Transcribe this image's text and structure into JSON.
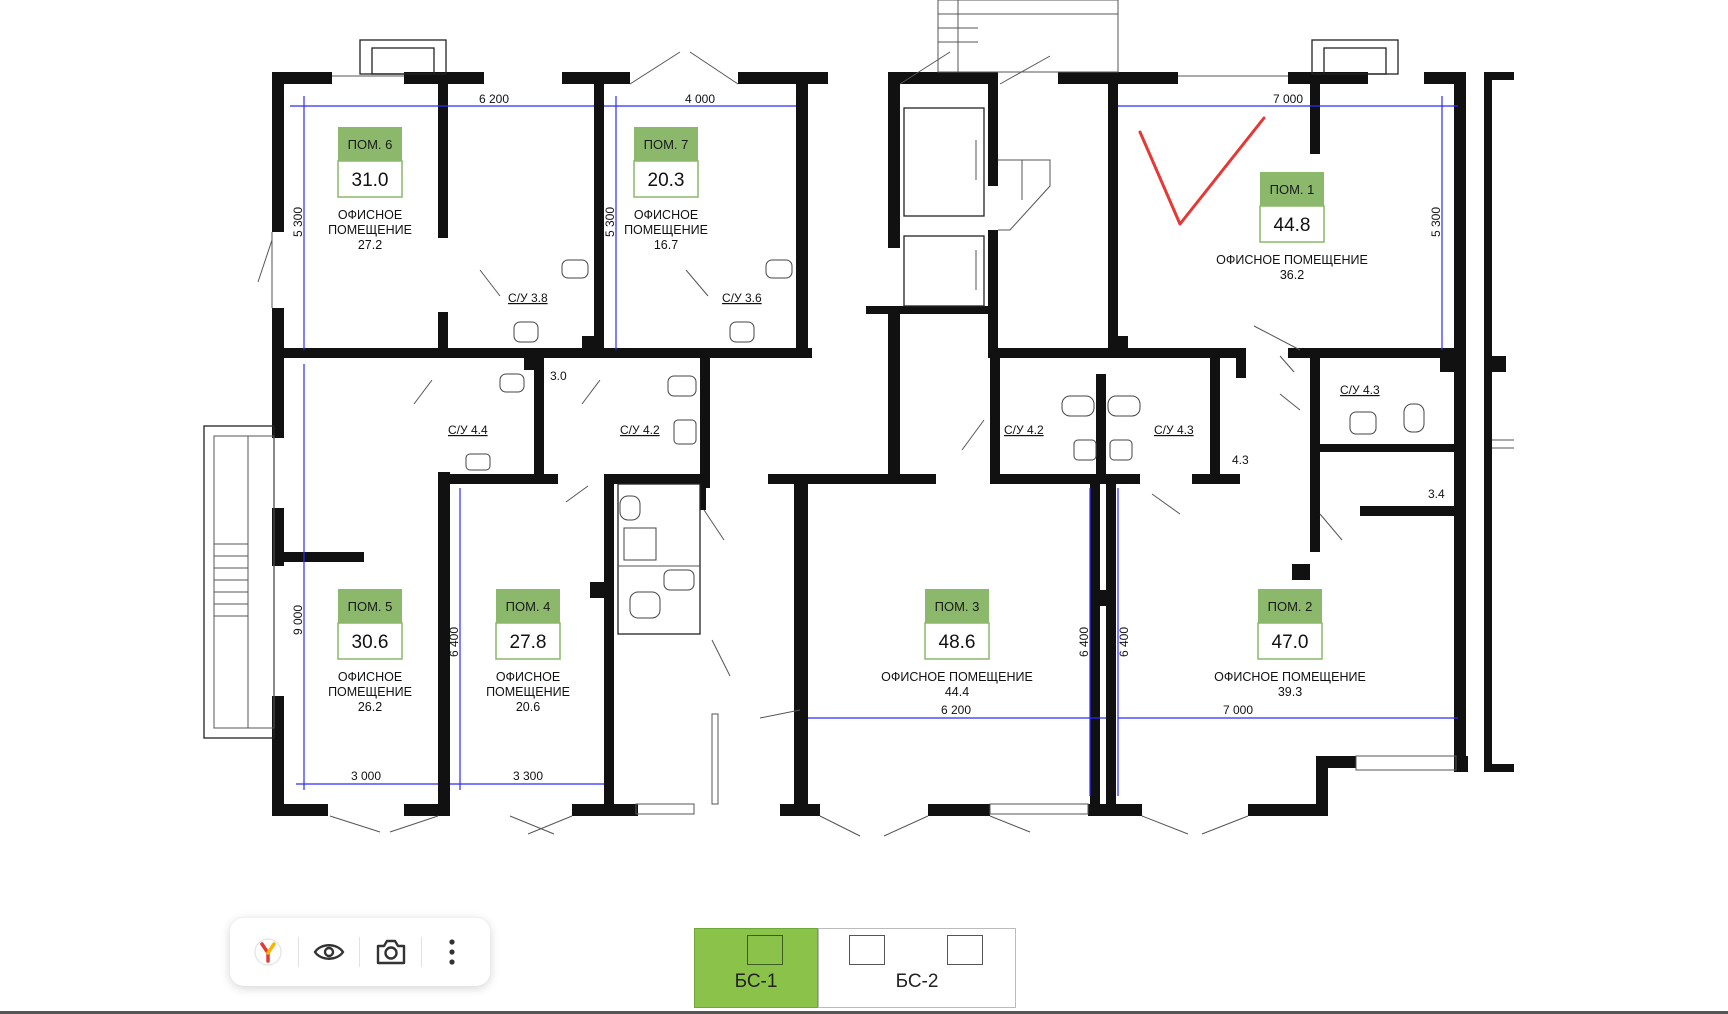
{
  "rooms": [
    {
      "id": "6",
      "badge": "ПОМ. 6",
      "area": "31.0",
      "line1": "ОФИСНОЕ",
      "line2": "ПОМЕЩЕНИЕ",
      "sub": "27.2"
    },
    {
      "id": "7",
      "badge": "ПОМ. 7",
      "area": "20.3",
      "line1": "ОФИСНОЕ",
      "line2": "ПОМЕЩЕНИЕ",
      "sub": "16.7"
    },
    {
      "id": "1",
      "badge": "ПОМ. 1",
      "area": "44.8",
      "line1": "ОФИСНОЕ ПОМЕЩЕНИЕ",
      "line2": "",
      "sub": "36.2"
    },
    {
      "id": "5",
      "badge": "ПОМ. 5",
      "area": "30.6",
      "line1": "ОФИСНОЕ",
      "line2": "ПОМЕЩЕНИЕ",
      "sub": "26.2"
    },
    {
      "id": "4",
      "badge": "ПОМ. 4",
      "area": "27.8",
      "line1": "ОФИСНОЕ",
      "line2": "ПОМЕЩЕНИЕ",
      "sub": "20.6"
    },
    {
      "id": "3",
      "badge": "ПОМ. 3",
      "area": "48.6",
      "line1": "ОФИСНОЕ ПОМЕЩЕНИЕ",
      "line2": "",
      "sub": "44.4"
    },
    {
      "id": "2",
      "badge": "ПОМ. 2",
      "area": "47.0",
      "line1": "ОФИСНОЕ ПОМЕЩЕНИЕ",
      "line2": "",
      "sub": "39.3"
    }
  ],
  "bathrooms": [
    "С/У 3.8",
    "С/У 3.6",
    "С/У 4.4",
    "С/У 4.2",
    "С/У 4.2",
    "С/У 4.3",
    "С/У 4.3"
  ],
  "small_areas": [
    "3.0",
    "4.3",
    "3.4"
  ],
  "dimensions": [
    "6 200",
    "4 000",
    "7 000",
    "5 300",
    "5 300",
    "5 300",
    "9 000",
    "6 400",
    "6 400",
    "6 400",
    "3 000",
    "3 300",
    "6 200",
    "7 000"
  ],
  "sections": {
    "active": "БС-1",
    "inactive": "БС-2"
  },
  "toolbar": {
    "icons": [
      "yandex-browser-icon",
      "eye-icon",
      "camera-icon",
      "more-vertical-icon"
    ]
  },
  "colors": {
    "badge": "#8bb86a",
    "active_section": "#8bc34a",
    "checkmark": "#e53935",
    "walls": "#111111",
    "dimension_lines": "#2a2aff"
  }
}
